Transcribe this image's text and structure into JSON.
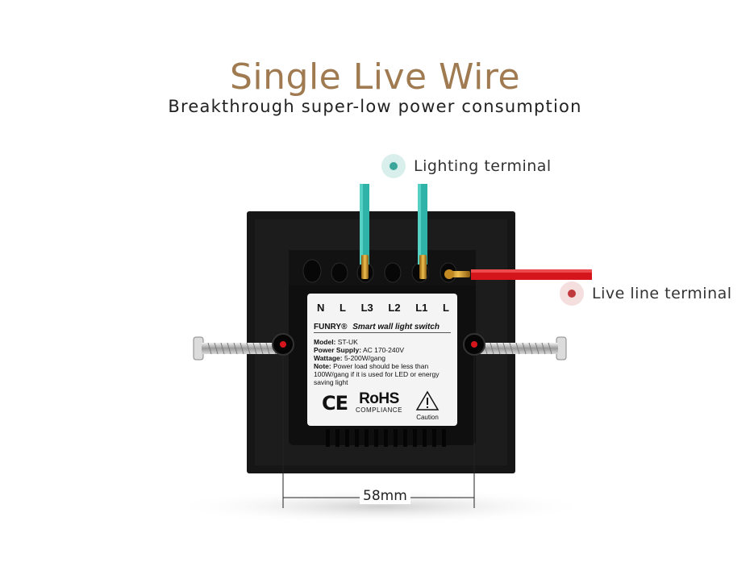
{
  "heading": {
    "title": "Single Live Wire",
    "subtitle": "Breakthrough super-low power consumption"
  },
  "callouts": {
    "lighting": {
      "label": "Lighting terminal",
      "color": "#3aa79a"
    },
    "live": {
      "label": "Live line terminal",
      "color": "#c0393c"
    }
  },
  "product_label": {
    "terminals": [
      "N",
      "L",
      "L3",
      "L2",
      "L1",
      "L"
    ],
    "brand": "FUNRY®",
    "product_name": "Smart wall light switch",
    "specs": [
      {
        "key": "Model:",
        "value": "ST-UK"
      },
      {
        "key": "Power Supply:",
        "value": "AC 170-240V"
      },
      {
        "key": "Wattage:",
        "value": "5-200W/gang"
      },
      {
        "key": "Note:",
        "value": "Power load should be less than 100W/gang if it is used for  LED or energy saving light"
      }
    ],
    "ce_mark": "CE",
    "rohs": "RoHS",
    "rohs_sub": "COMPLIANCE",
    "caution": "Caution"
  },
  "dimension": {
    "label": "58mm"
  },
  "colors": {
    "title": "#a07b52",
    "wire_teal": "#2fb3a8",
    "wire_red": "#d4161c",
    "body": "#141414"
  }
}
